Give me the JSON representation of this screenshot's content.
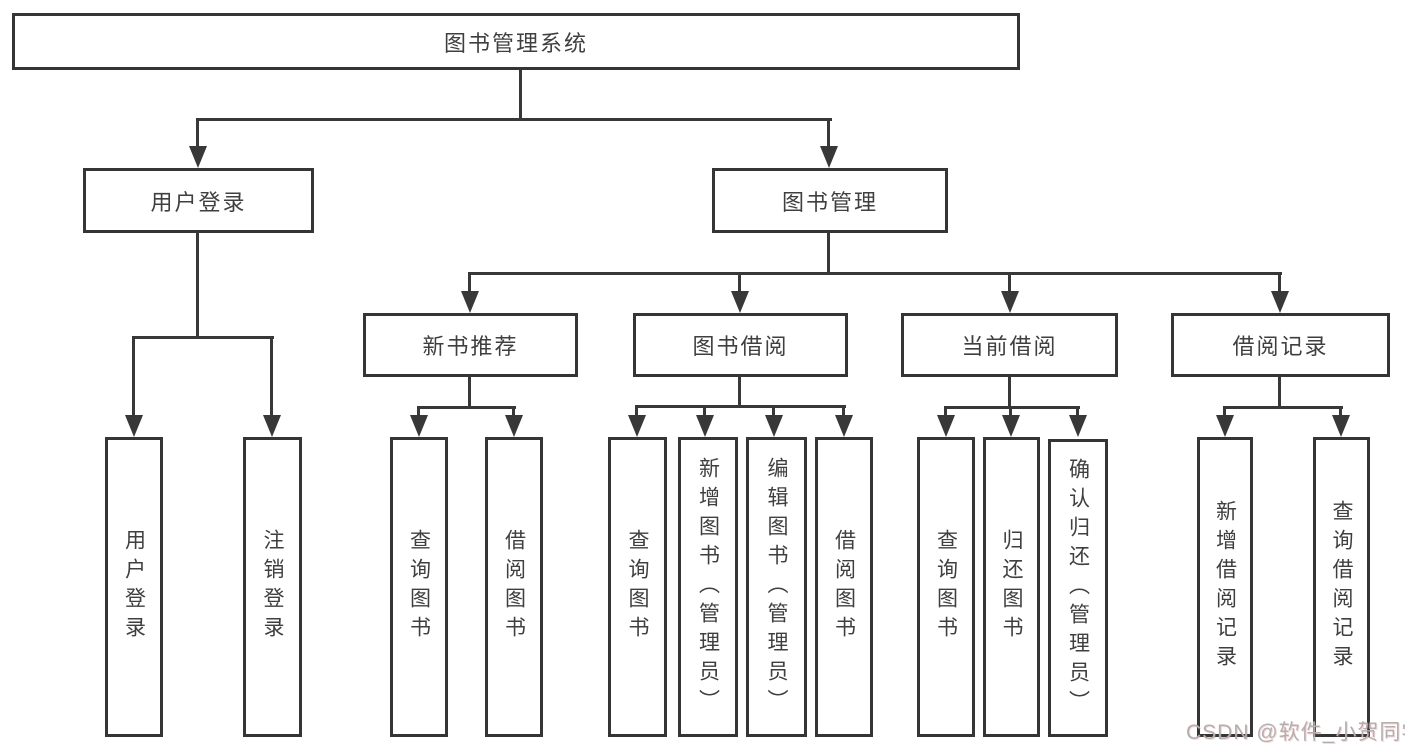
{
  "title": {
    "label": "图书管理系统"
  },
  "level2": {
    "user": {
      "label": "用户登录"
    },
    "book": {
      "label": "图书管理"
    }
  },
  "level3": {
    "recommend": {
      "label": "新书推荐"
    },
    "borrow": {
      "label": "图书借阅"
    },
    "current": {
      "label": "当前借阅"
    },
    "records": {
      "label": "借阅记录"
    }
  },
  "leaves": {
    "user_login": {
      "label": "用户登录"
    },
    "logout": {
      "label": "注销登录"
    },
    "rec_query": {
      "label": "查询图书"
    },
    "rec_borrow": {
      "label": "借阅图书"
    },
    "bor_query": {
      "label": "查询图书"
    },
    "bor_add": {
      "label": "新增图书（管理员）"
    },
    "bor_edit": {
      "label": "编辑图书（管理员）"
    },
    "bor_borrow": {
      "label": "借阅图书"
    },
    "cur_query": {
      "label": "查询图书"
    },
    "cur_return": {
      "label": "归还图书"
    },
    "cur_confirm": {
      "label": "确认归还（管理员）"
    },
    "rcd_add": {
      "label": "新增借阅记录"
    },
    "rcd_query": {
      "label": "查询借阅记录"
    }
  },
  "watermark": {
    "text": "CSDN @软件_小贺同学"
  },
  "colors": {
    "line": "#383838",
    "text": "#3f3f3f",
    "watermark": "#b5aeae",
    "background": "#ffffff"
  }
}
